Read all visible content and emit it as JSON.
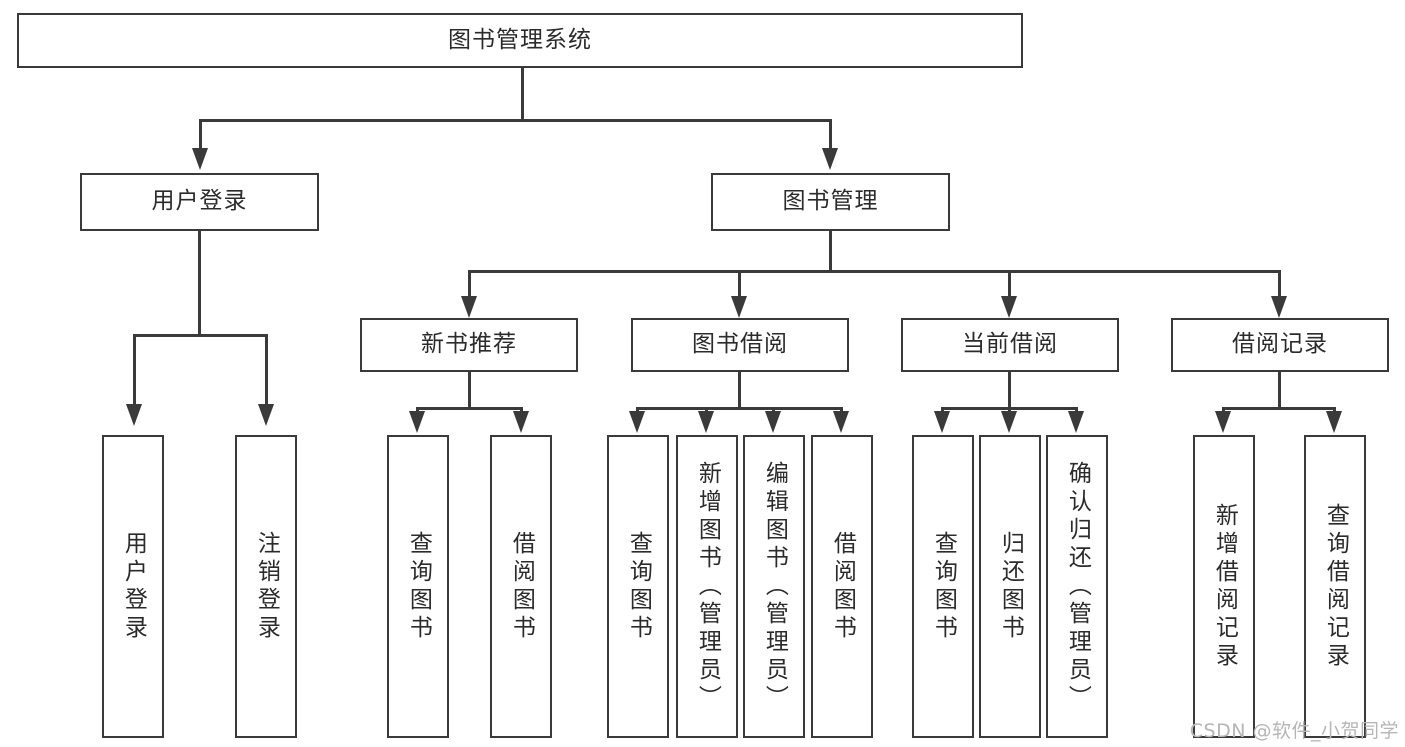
{
  "diagram": {
    "type": "tree-hierarchy",
    "title": "图书管理系统",
    "watermark": "CSDN @软件_小贺同学",
    "colors": {
      "stroke": "#3a3a3a",
      "box_fill": "#ffffff",
      "text": "#2b2b2b",
      "watermark": "#b6b6b6",
      "background": "#ffffff"
    },
    "root": {
      "label": "图书管理系统"
    },
    "level2": [
      {
        "id": "user-login",
        "label": "用户登录"
      },
      {
        "id": "book-manage",
        "label": "图书管理"
      }
    ],
    "level3": [
      {
        "id": "new-book-recommend",
        "label": "新书推荐",
        "parent": "book-manage"
      },
      {
        "id": "book-borrow",
        "label": "图书借阅",
        "parent": "book-manage"
      },
      {
        "id": "current-borrow",
        "label": "当前借阅",
        "parent": "book-manage"
      },
      {
        "id": "borrow-record",
        "label": "借阅记录",
        "parent": "book-manage"
      }
    ],
    "leaves": {
      "user-login": [
        {
          "id": "leaf-user-login",
          "label": "用户登录"
        },
        {
          "id": "leaf-logout-login",
          "label": "注销登录"
        }
      ],
      "new-book-recommend": [
        {
          "id": "leaf-query-book-1",
          "label": "查询图书"
        },
        {
          "id": "leaf-borrow-book-1",
          "label": "借阅图书"
        }
      ],
      "book-borrow": [
        {
          "id": "leaf-query-book-2",
          "label": "查询图书"
        },
        {
          "id": "leaf-add-book",
          "label": "新增图书（管理员）"
        },
        {
          "id": "leaf-edit-book",
          "label": "编辑图书（管理员）"
        },
        {
          "id": "leaf-borrow-book-2",
          "label": "借阅图书"
        }
      ],
      "current-borrow": [
        {
          "id": "leaf-query-book-3",
          "label": "查询图书"
        },
        {
          "id": "leaf-return-book",
          "label": "归还图书"
        },
        {
          "id": "leaf-confirm-return",
          "label": "确认归还（管理员）"
        }
      ],
      "borrow-record": [
        {
          "id": "leaf-add-record",
          "label": "新增借阅记录"
        },
        {
          "id": "leaf-query-record",
          "label": "查询借阅记录"
        }
      ]
    }
  }
}
